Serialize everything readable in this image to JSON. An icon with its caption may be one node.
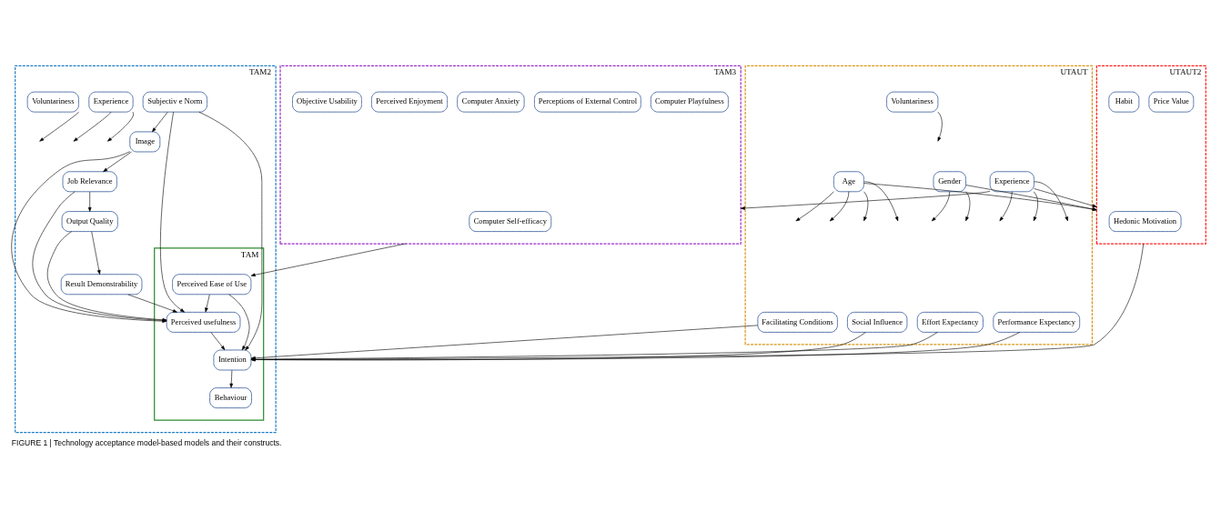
{
  "diagram": {
    "caption": "FIGURE 1 | Technology acceptance model-based models and their constructs.",
    "nodes": [
      {
        "text": [
          "TAM2"
        ]
      },
      {
        "text": [
          "Subjectiv e Norm"
        ],
        "in": 0
      },
      {
        "text": [
          "Image"
        ],
        "in": 0
      },
      {
        "text": [
          "Job Relevance"
        ],
        "in": 0
      },
      {
        "text": [
          "Output Quality"
        ],
        "in": 0
      },
      {
        "text": [
          "Result Demonstrability"
        ],
        "in": 0
      },
      {
        "text": [
          "Experience"
        ],
        "in": 0
      },
      {
        "text": [
          "Voluntariness"
        ],
        "in": 0
      },
      {
        "text": [
          "TAM"
        ],
        "in": 0
      },
      {
        "text": [
          "Perceived usefulness"
        ],
        "in": 8
      },
      {
        "text": [
          "Perceived Ease of Use"
        ],
        "in": 8
      },
      {
        "text": [
          "Intention"
        ],
        "in": 8
      },
      {
        "text": [
          "Behaviour"
        ],
        "in": 8
      },
      {
        "text": [
          "TAM3"
        ]
      },
      {
        "text": [
          "Computer Self-efficacy"
        ],
        "in": 13
      },
      {
        "text": [
          "Computer Playfulness"
        ],
        "in": 13
      },
      {
        "text": [
          "Perceptions of External Control"
        ],
        "in": 13
      },
      {
        "text": [
          "Computer Anxiety"
        ],
        "in": 13
      },
      {
        "text": [
          "Perceived Enjoyment"
        ],
        "in": 13
      },
      {
        "text": [
          "Objective Usability"
        ],
        "in": 13
      },
      {
        "text": [
          "UTAUT"
        ]
      },
      {
        "text": [
          "Experience"
        ],
        "in": 20
      },
      {
        "text": [
          "Gender"
        ],
        "in": 20
      },
      {
        "text": [
          "Voluntariness"
        ],
        "in": 20
      },
      {
        "text": [
          "Age"
        ],
        "in": 20
      },
      {
        "text": [
          "Performance Expectancy"
        ],
        "in": 20
      },
      {
        "text": [
          "Effort Expectancy"
        ],
        "in": 20
      },
      {
        "text": [
          "Social Influence"
        ],
        "in": 20
      },
      {
        "text": [
          "Facilitating Conditions"
        ],
        "in": 20
      },
      {
        "text": [
          "UTAUT2"
        ]
      },
      {
        "text": [
          "Hedonic Motivation"
        ],
        "in": 29
      },
      {
        "text": [
          "Price Value"
        ],
        "in": 29
      },
      {
        "text": [
          "Habit"
        ],
        "in": 29
      }
    ],
    "edges": [
      {
        "from": 1,
        "to": 2,
        "arrow": "to"
      },
      {
        "from": 2,
        "to": 3,
        "arrow": "to"
      },
      {
        "from": 3,
        "to": 4,
        "arrow": "to"
      },
      {
        "from": 4,
        "to": 5,
        "arrow": "to"
      },
      {
        "from": 1,
        "to": 9,
        "arrow": "to"
      },
      {
        "from": 2,
        "to": 9,
        "arrow": "to"
      },
      {
        "from": 3,
        "to": 9,
        "arrow": "to"
      },
      {
        "from": 4,
        "to": 9,
        "arrow": "to"
      },
      {
        "from": 5,
        "to": 9,
        "arrow": "to"
      },
      {
        "from": 1,
        "to": 11,
        "arrow": "to"
      },
      {
        "from": 6,
        "to": null,
        "arrow": "to"
      },
      {
        "from": 6,
        "to": null,
        "arrow": "to"
      },
      {
        "from": 7,
        "to": null,
        "arrow": "to"
      },
      {
        "from": 10,
        "to": 9,
        "arrow": "to"
      },
      {
        "from": 9,
        "to": 11,
        "arrow": "to"
      },
      {
        "from": 10,
        "to": 11,
        "arrow": "to"
      },
      {
        "from": 11,
        "to": 12,
        "arrow": "to"
      },
      {
        "from": 13,
        "to": 10,
        "arrow": "to"
      },
      {
        "from": 21,
        "to": 13,
        "arrow": "to"
      },
      {
        "from": 29,
        "to": 11,
        "arrow": "to"
      },
      {
        "from": 22,
        "to": 29,
        "arrow": "to"
      },
      {
        "from": 24,
        "to": 29,
        "arrow": "to"
      },
      {
        "from": 21,
        "to": 29,
        "arrow": "to"
      },
      {
        "from": 25,
        "to": 11,
        "arrow": "to"
      },
      {
        "from": 26,
        "to": 11,
        "arrow": "to"
      },
      {
        "from": 27,
        "to": 11,
        "arrow": "to"
      },
      {
        "from": 28,
        "to": 11,
        "arrow": "to"
      },
      {
        "from": 22,
        "to": null,
        "arrow": "to"
      },
      {
        "from": 22,
        "to": null,
        "arrow": "to"
      },
      {
        "from": 24,
        "to": null,
        "arrow": "to"
      },
      {
        "from": 24,
        "to": null,
        "arrow": "to"
      },
      {
        "from": 24,
        "to": null,
        "arrow": "to"
      },
      {
        "from": 24,
        "to": null,
        "arrow": "to"
      },
      {
        "from": 21,
        "to": null,
        "arrow": "to"
      },
      {
        "from": 21,
        "to": null,
        "arrow": "to"
      },
      {
        "from": 21,
        "to": null,
        "arrow": "to"
      },
      {
        "from": 23,
        "to": null,
        "arrow": "to"
      }
    ]
  }
}
